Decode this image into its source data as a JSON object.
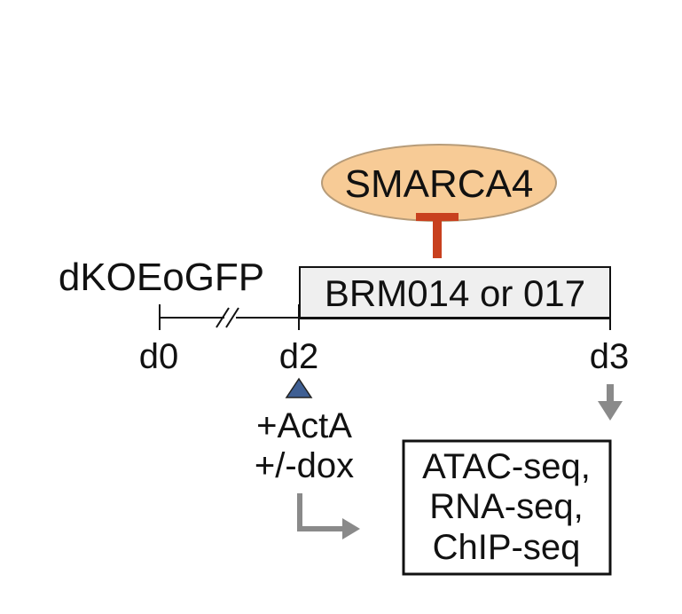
{
  "protein": {
    "label": "SMARCA4",
    "fill": "#F7CB96",
    "stroke": "#B79C79"
  },
  "inhibition_color": "#C8401E",
  "cell_line": "dKOEoGFP",
  "treatment": {
    "label": "BRM014 or 017",
    "fill": "#EFEFEF"
  },
  "timeline": {
    "days": [
      "d0",
      "d2",
      "d3"
    ]
  },
  "additions": {
    "marker_color": "#3F5F93",
    "items": [
      "+ActA",
      "+/-dox"
    ]
  },
  "readouts": [
    "ATAC-seq,",
    "RNA-seq,",
    "ChIP-seq"
  ],
  "arrow_color": "#8A8A8A"
}
